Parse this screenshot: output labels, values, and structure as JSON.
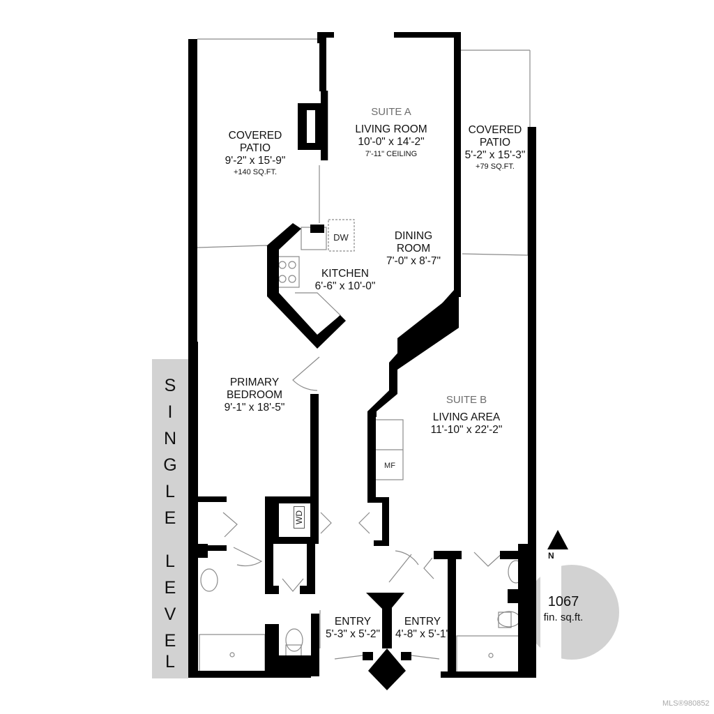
{
  "rooms": {
    "covered_patio_left": {
      "name": "COVERED",
      "name2": "PATIO",
      "dims": "9'-2\" x 15'-9\"",
      "note": "+140 SQ.FT."
    },
    "living_room": {
      "suite": "SUITE A",
      "name": "LIVING ROOM",
      "dims": "10'-0\" x 14'-2\"",
      "note": "7'-11\" CEILING"
    },
    "covered_patio_right": {
      "name": "COVERED",
      "name2": "PATIO",
      "dims": "5'-2\" x 15'-3\"",
      "note": "+79 SQ.FT."
    },
    "dining_room": {
      "name": "DINING",
      "name2": "ROOM",
      "dims": "7'-0\" x 8'-7\""
    },
    "kitchen": {
      "name": "KITCHEN",
      "dims": "6'-6\" x 10'-0\""
    },
    "primary_bedroom": {
      "name": "PRIMARY",
      "name2": "BEDROOM",
      "dims": "9'-1\" x 18'-5\""
    },
    "living_area": {
      "suite": "SUITE B",
      "name": "LIVING AREA",
      "dims": "11'-10\" x 22'-2\""
    },
    "entry_left": {
      "name": "ENTRY",
      "dims": "5'-3\" x 5'-2\""
    },
    "entry_right": {
      "name": "ENTRY",
      "dims": "4'-8\" x 5'-1\""
    }
  },
  "appliances": {
    "dishwasher": "DW",
    "mf": "MF",
    "washer_dryer": "WD"
  },
  "level_letters": [
    "S",
    "I",
    "N",
    "G",
    "L",
    "E",
    "",
    "L",
    "E",
    "V",
    "E",
    "L"
  ],
  "compass": {
    "north": "N"
  },
  "area": {
    "value": "1067",
    "unit": "fin. sq.ft."
  },
  "listing": {
    "mls": "MLS®980852"
  },
  "colors": {
    "wall": "#000000",
    "panel": "#d2d2d2",
    "badge": "#d2d2d2",
    "thin": "#8a8a8a"
  }
}
